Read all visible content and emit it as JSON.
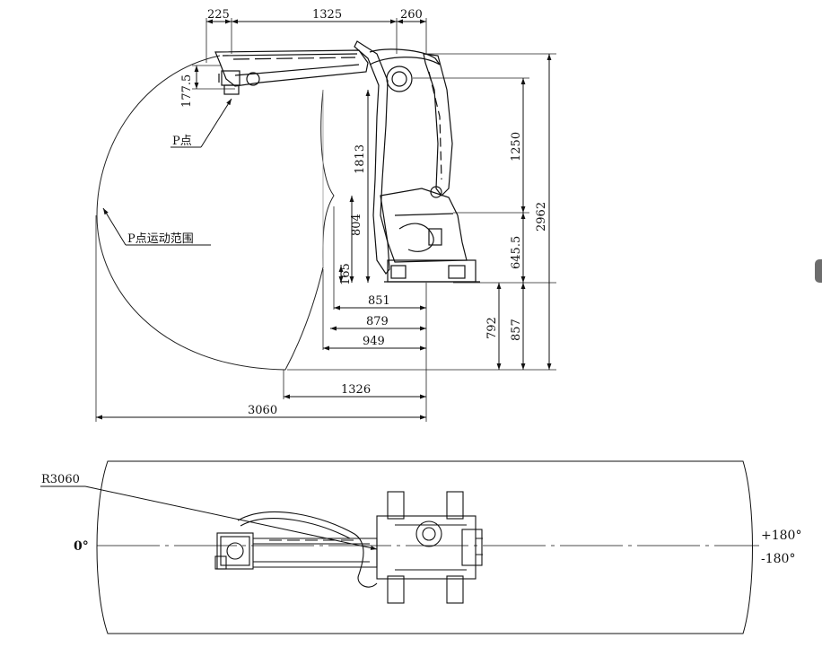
{
  "side_view": {
    "dims_top": [
      "225",
      "1325",
      "260"
    ],
    "dim_177_5": "177.5",
    "dim_1813": "1813",
    "dim_804": "804",
    "dim_165": "165",
    "dim_1250": "1250",
    "dim_645_5": "645.5",
    "dim_2962": "2962",
    "dim_792": "792",
    "dim_857": "857",
    "dim_851": "851",
    "dim_879": "879",
    "dim_949": "949",
    "dim_1326": "1326",
    "dim_3060": "3060",
    "label_p_point": "P点",
    "label_p_range": "P点运动范围"
  },
  "top_view": {
    "radius_label": "R3060",
    "angle_zero": "0°",
    "angle_plus": "+180°",
    "angle_minus": "-180°"
  }
}
